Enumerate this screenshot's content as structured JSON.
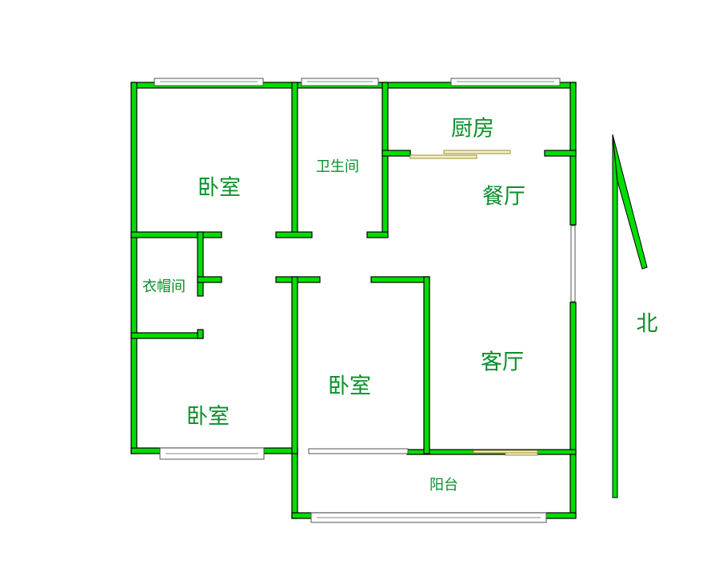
{
  "rooms": {
    "bedroom_nw": "卧室",
    "bathroom": "卫生间",
    "kitchen": "厨房",
    "dining": "餐厅",
    "wardrobe": "衣帽间",
    "bedroom_center": "卧室",
    "living": "客厅",
    "bedroom_sw": "卧室",
    "balcony": "阳台"
  },
  "compass": {
    "north": "北"
  },
  "colors": {
    "wall": "#00dd00",
    "label": "#0a8f2a",
    "outline": "#000000"
  }
}
